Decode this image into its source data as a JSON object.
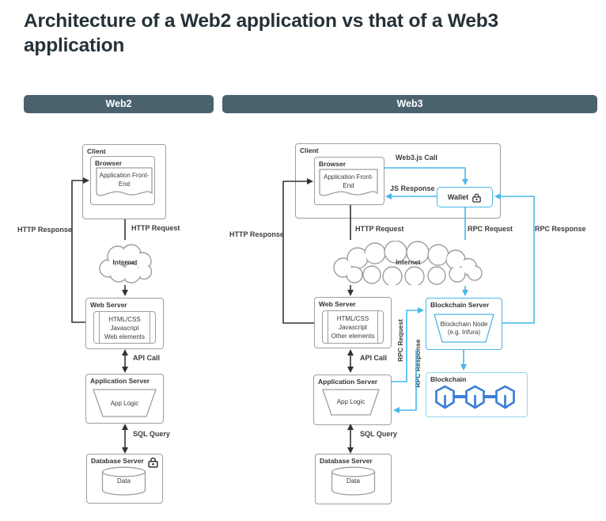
{
  "title": "Architecture of a Web2 application vs that of a Web3 application",
  "colors": {
    "header_bg": "#4a626e",
    "title_text": "#263238",
    "line_dark": "#333333",
    "line_cyan": "#45b8ea",
    "cube_blue": "#3b7ed8",
    "box_border_gray": "#9e9e9e"
  },
  "web2": {
    "header_label": "Web2",
    "client_label": "Client",
    "browser_label": "Browser",
    "front_end_label": "Application Front-End",
    "http_response_label": "HTTP Response",
    "http_request_label": "HTTP Request",
    "internet_label": "Internet",
    "web_server_label": "Web Server",
    "web_server_lines": [
      "HTML/CSS",
      "Javascript",
      "Web elements"
    ],
    "api_call_label": "API Call",
    "app_server_label": "Application Server",
    "app_logic_label": "App Logic",
    "sql_query_label": "SQL Query",
    "db_server_label": "Database Server",
    "data_label": "Data"
  },
  "web3": {
    "header_label": "Web3",
    "client_label": "Client",
    "browser_label": "Browser",
    "front_end_label": "Application Front-End",
    "web3js_call_label": "Web3.js Call",
    "js_response_label": "JS Response",
    "wallet_label": "Wallet",
    "http_response_label": "HTTP Response",
    "http_request_label": "HTTP Request",
    "rpc_request_label": "RPC Request",
    "rpc_response_label": "RPC Response",
    "internet_label": "Internet",
    "web_server_label": "Web Server",
    "web_server_lines": [
      "HTML/CSS",
      "Javascript",
      "Other elements"
    ],
    "api_call_label": "API Call",
    "app_server_label": "Application Server",
    "app_logic_label": "App Logic",
    "rpc_request_vertical_label": "RPC Request",
    "rpc_response_vertical_label": "RPC Response",
    "blockchain_server_label": "Blockchain Server",
    "blockchain_node_lines": [
      "Blockchain Node",
      "(e.g. Infura)"
    ],
    "blockchain_label": "Blockchain",
    "sql_query_label": "SQL Query",
    "db_server_label": "Database Server",
    "data_label": "Data"
  }
}
